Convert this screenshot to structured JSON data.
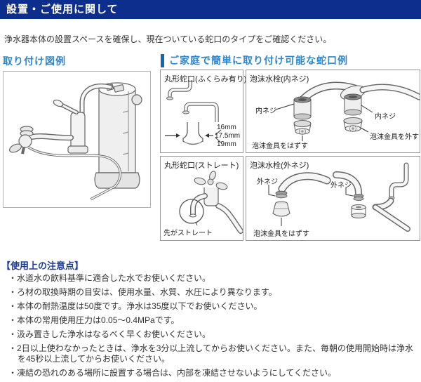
{
  "header": {
    "title": "設置・ご使用に関して"
  },
  "intro": "浄水器本体の設置スペースを確保し、現在ついている蛇口のタイプをご確認ください。",
  "install_example": {
    "heading": "取り付け図例"
  },
  "faucet_examples": {
    "heading": "ご家庭で簡単に取り付け可能な蛇口例",
    "round_bulge": {
      "title": "丸形蛇口(ふくらみ有り)",
      "sizes": [
        "16mm",
        "17.5mm",
        "19mm"
      ]
    },
    "aerator_inner": {
      "title": "泡沫水栓(内ネジ)",
      "inner_label_1": "内ネジ",
      "remove_label_1": "泡沫金具をはずす",
      "inner_label_2": "内ネジ",
      "remove_label_2": "泡沫金具を外す"
    },
    "round_straight": {
      "title": "丸形蛇口(ストレート)",
      "tip_label": "先がストレート"
    },
    "aerator_outer": {
      "title": "泡沫水栓(外ネジ)",
      "outer_label_1": "外ネジ",
      "outer_label_2": "外ネジ",
      "remove_label": "泡沫金具をはずす"
    }
  },
  "notes": {
    "heading": "【使用上の注意点】",
    "bullet": "・",
    "items": [
      "水道水の飲料基準に適合した水でお使いください。",
      "ろ材の取換時期の目安は、使用水量、水質、水圧により異なります。",
      "本体の耐熱温度は50度です。浄水は35度以下でお使いください。",
      "本体の常用使用圧力は0.05～0.4MPaです。",
      "汲み置きした浄水はなるべく早くお使いください。",
      "2日以上使わなかったときは、浄水を3分以上流してからお使いください。また、毎朝の使用開始時は浄水を45秒以上流してからお使いください。",
      "凍結の恐れのある場所に設置する場合は、内部を凍結させないようにしてください。"
    ]
  },
  "colors": {
    "header_bg": "#0d2e8c",
    "header_fg": "#ffffff",
    "section_heading": "#2d87ca",
    "accent_bar": "#1565b0",
    "notes_heading": "#1e3c96",
    "body_text": "#333333"
  }
}
